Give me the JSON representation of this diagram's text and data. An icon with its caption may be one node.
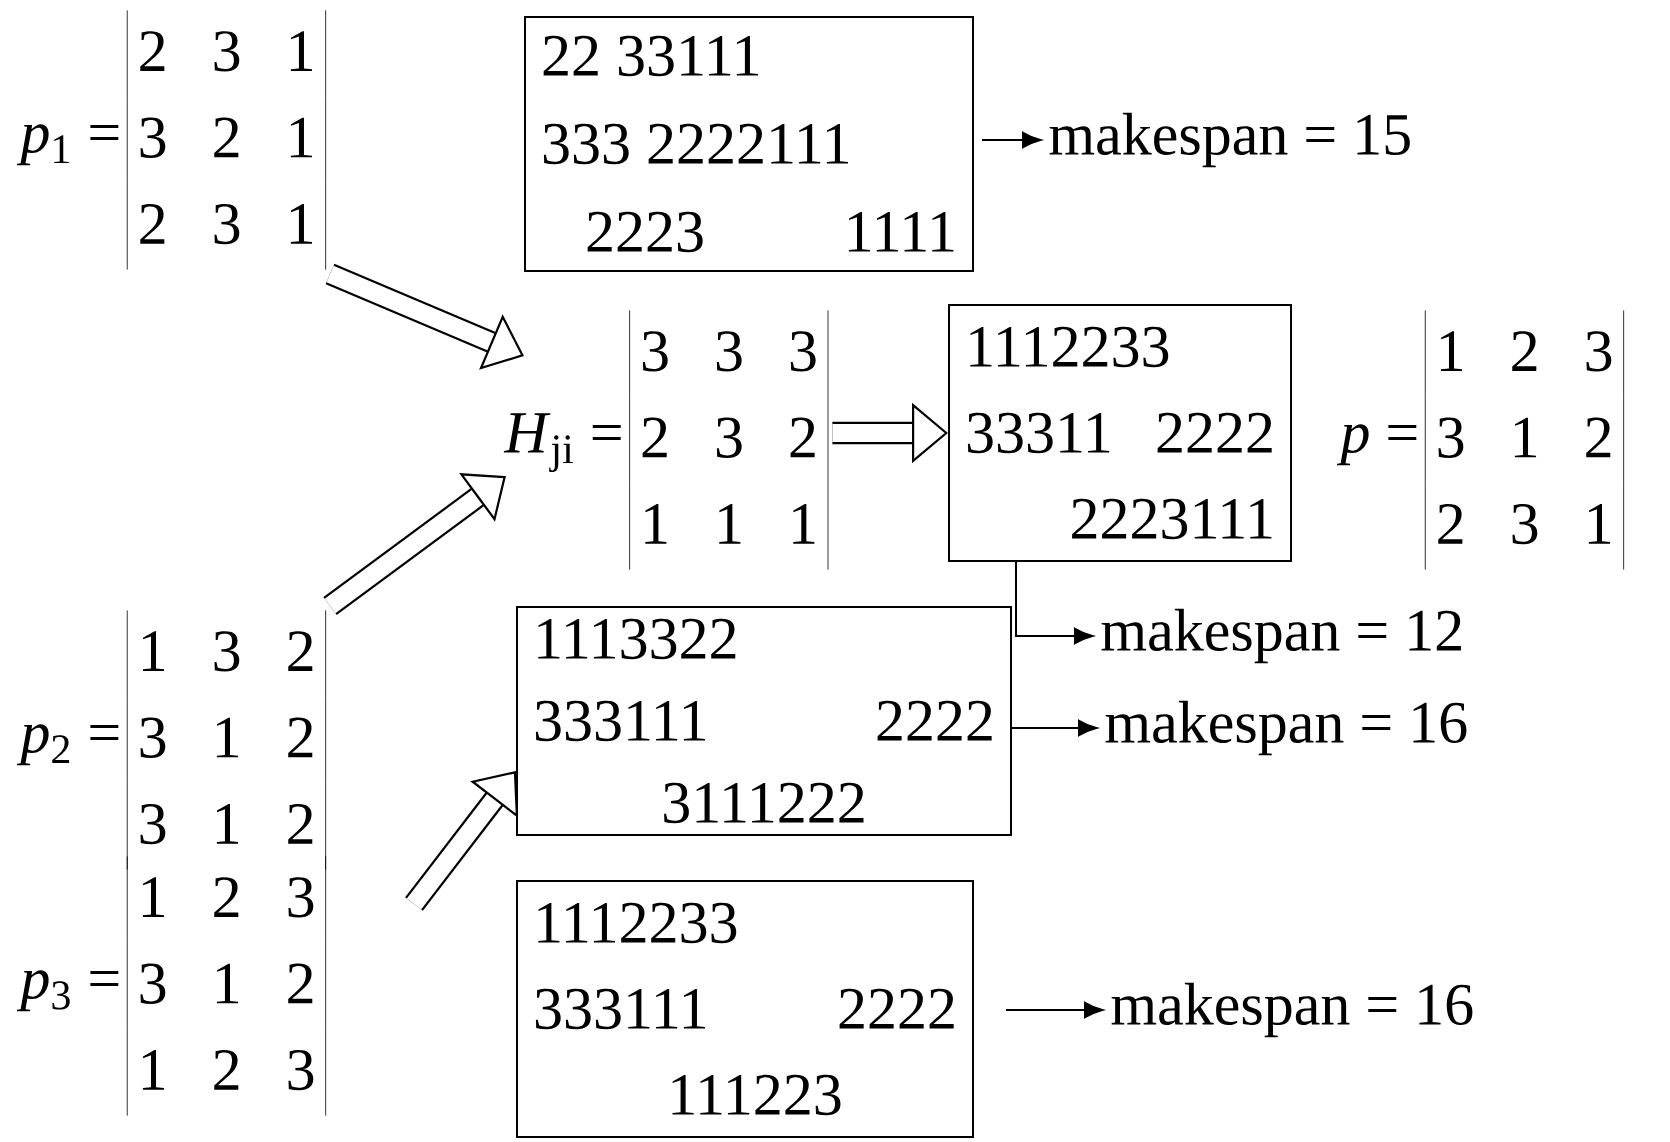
{
  "diagram": {
    "nodes": [
      {
        "text": [
          "*p*$_{1}$ =",
          "2 3 1",
          "3 2 1",
          "2 3 1"
        ]
      },
      {
        "text": [
          "22 33111",
          "333 2222111",
          "2223 1111"
        ]
      },
      {
        "text": [
          "makespan = 15"
        ]
      },
      {
        "text": [
          "*H*$_{ji}$ =",
          "3 3 3",
          "2 3 2",
          "1 1 1"
        ]
      },
      {
        "text": [
          "1112233",
          "33311 2222",
          "2223111"
        ]
      },
      {
        "text": [
          "*p* =",
          "1 2 3",
          "3 1 2",
          "2 3 1"
        ]
      },
      {
        "text": [
          "makespan = 12"
        ]
      },
      {
        "text": [
          "*p*$_{2}$ =",
          "1 3 2",
          "3 1 2",
          "3 1 2"
        ]
      },
      {
        "text": [
          "1113322",
          "333111 2222",
          "3111222"
        ]
      },
      {
        "text": [
          "makespan = 16"
        ]
      },
      {
        "text": [
          "*p*$_{3}$ =",
          "1 2 3",
          "3 1 2",
          "1 2 3"
        ]
      },
      {
        "text": [
          "1112233",
          "333111 2222",
          "111223"
        ]
      },
      {
        "text": [
          "makespan = 16"
        ]
      }
    ],
    "edges": [
      {
        "from": 0,
        "to": 3,
        "arrow": "to",
        "style": "thick"
      },
      {
        "from": 7,
        "to": 3,
        "arrow": "to",
        "style": "thick"
      },
      {
        "from": 3,
        "to": 4,
        "arrow": "to",
        "style": "thick"
      },
      {
        "from": null,
        "to": 8,
        "arrow": "to",
        "style": "thick"
      },
      {
        "from": 1,
        "to": 2,
        "arrow": "to"
      },
      {
        "from": 4,
        "to": 6,
        "arrow": "to"
      },
      {
        "from": 8,
        "to": 9,
        "arrow": "to"
      },
      {
        "from": 11,
        "to": 12,
        "arrow": "to"
      }
    ]
  }
}
